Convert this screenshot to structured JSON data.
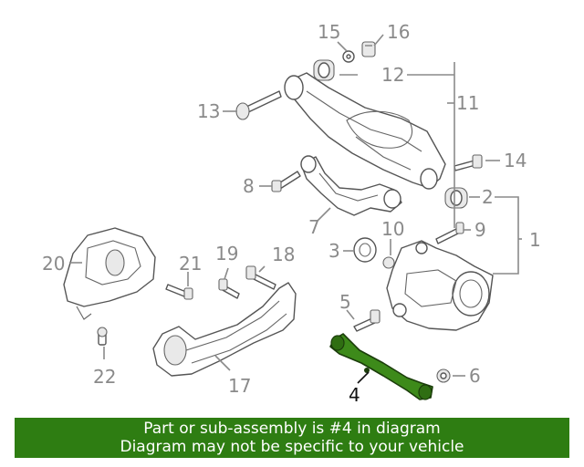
{
  "diagram": {
    "callouts": [
      "1",
      "2",
      "3",
      "4",
      "5",
      "6",
      "7",
      "8",
      "9",
      "10",
      "11",
      "12",
      "13",
      "14",
      "15",
      "16",
      "17",
      "18",
      "19",
      "20",
      "21",
      "22"
    ],
    "highlight": {
      "part_number": "4",
      "color": "#3d8a1a"
    }
  },
  "banner": {
    "line1": "Part or sub-assembly is #4 in diagram",
    "line2": "Diagram may not be specific to your vehicle",
    "background": "#2e7d12"
  }
}
